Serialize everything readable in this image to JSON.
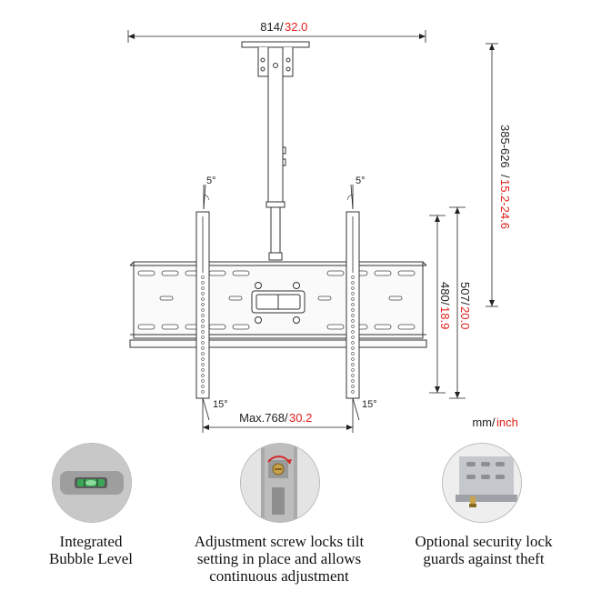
{
  "dimensions": {
    "top_width_mm": "814",
    "top_width_in": "32.0",
    "height_range_mm": "385-626",
    "height_range_in": "15.2-24.6",
    "vertical_480_mm": "480",
    "vertical_480_in": "18.9",
    "vertical_507_mm": "507",
    "vertical_507_in": "20.0",
    "max_width_mm": "Max.768",
    "max_width_in": "30.2",
    "tilt_top_left": "5°",
    "tilt_top_right": "5°",
    "tilt_bottom_left": "15°",
    "tilt_bottom_right": "15°",
    "unit_mm": "mm",
    "unit_inch": "inch",
    "slash": "/"
  },
  "colors": {
    "accent_red": "#e0201b",
    "line": "#333333",
    "level_green": "#3aa655"
  },
  "features": [
    {
      "icon": "bubble-level-icon",
      "caption": "Integrated\nBubble Level"
    },
    {
      "icon": "adjustment-screw-icon",
      "caption": "Adjustment screw locks tilt\nsetting in place and allows\ncontinuous adjustment"
    },
    {
      "icon": "security-lock-icon",
      "caption": "Optional security lock\nguards against theft"
    }
  ]
}
